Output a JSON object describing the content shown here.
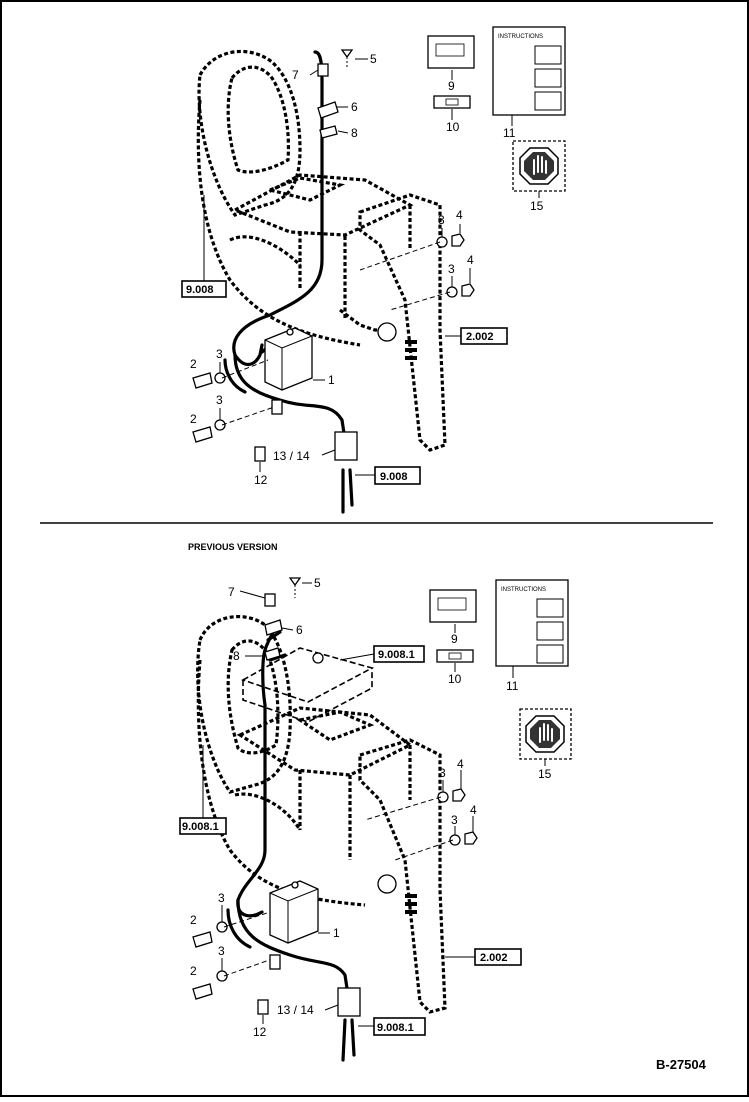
{
  "document": {
    "id": "B-27504",
    "previous_version_label": "PREVIOUS VERSION"
  },
  "current_version": {
    "callouts": {
      "c1": "1",
      "c2a": "2",
      "c2b": "2",
      "c3a": "3",
      "c3b": "3",
      "c3c": "3",
      "c3d": "3",
      "c4a": "4",
      "c4b": "4",
      "c5": "5",
      "c6": "6",
      "c7": "7",
      "c8": "8",
      "c9": "9",
      "c10": "10",
      "c11": "11",
      "c12": "12",
      "c13_14": "13 / 14",
      "c15": "15"
    },
    "refs": {
      "r9008_left": "9.008",
      "r2002": "2.002",
      "r9008_harness": "9.008"
    }
  },
  "previous_version": {
    "callouts": {
      "c1": "1",
      "c2a": "2",
      "c2b": "2",
      "c3a": "3",
      "c3b": "3",
      "c3c": "3",
      "c3d": "3",
      "c4a": "4",
      "c4b": "4",
      "c5": "5",
      "c6": "6",
      "c7": "7",
      "c8": "8",
      "c9": "9",
      "c10": "10",
      "c11": "11",
      "c12": "12",
      "c13_14": "13 / 14",
      "c15": "15"
    },
    "refs": {
      "r9008_1_top": "9.008.1",
      "r9008_1_left": "9.008.1",
      "r2002": "2.002",
      "r9008_1_harness": "9.008.1"
    }
  },
  "decal_text": {
    "instructions_title": "INSTRUCTIONS"
  }
}
